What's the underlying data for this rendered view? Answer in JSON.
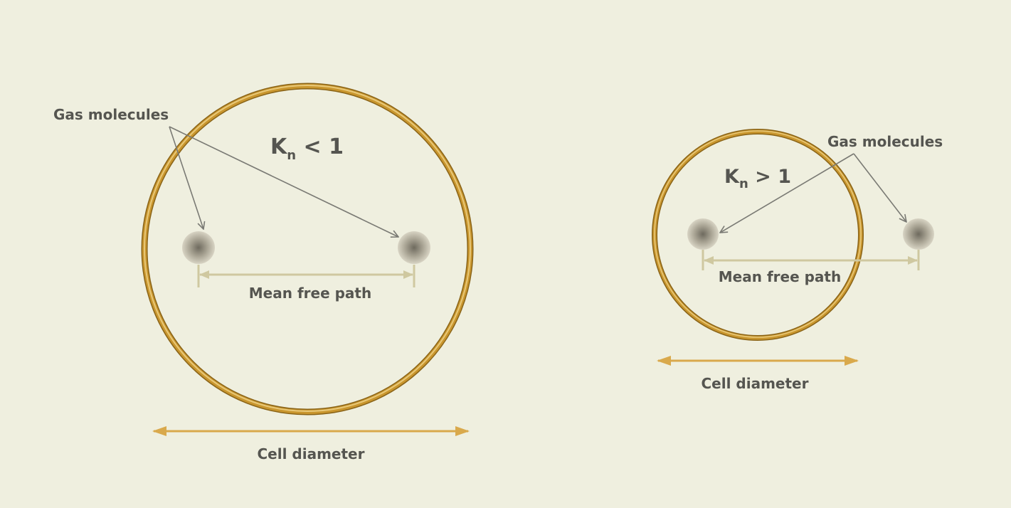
{
  "left": {
    "gas_label": "Gas molecules",
    "kn_symbol": "K",
    "kn_subscript": "n",
    "kn_relation": " < 1",
    "mean_free_path_label": "Mean free path",
    "cell_diameter_label": "Cell diameter"
  },
  "right": {
    "gas_label": "Gas molecules",
    "kn_symbol": "K",
    "kn_subscript": "n",
    "kn_relation": " > 1",
    "mean_free_path_label": "Mean free path",
    "cell_diameter_label": "Cell diameter"
  },
  "colors": {
    "background": "#efefdf",
    "cell_ring": "#c9962e",
    "diameter_arrow": "#d9a94c",
    "path_marker": "#cfc8a0",
    "pointer": "#7a7a74",
    "label": "#555550"
  }
}
